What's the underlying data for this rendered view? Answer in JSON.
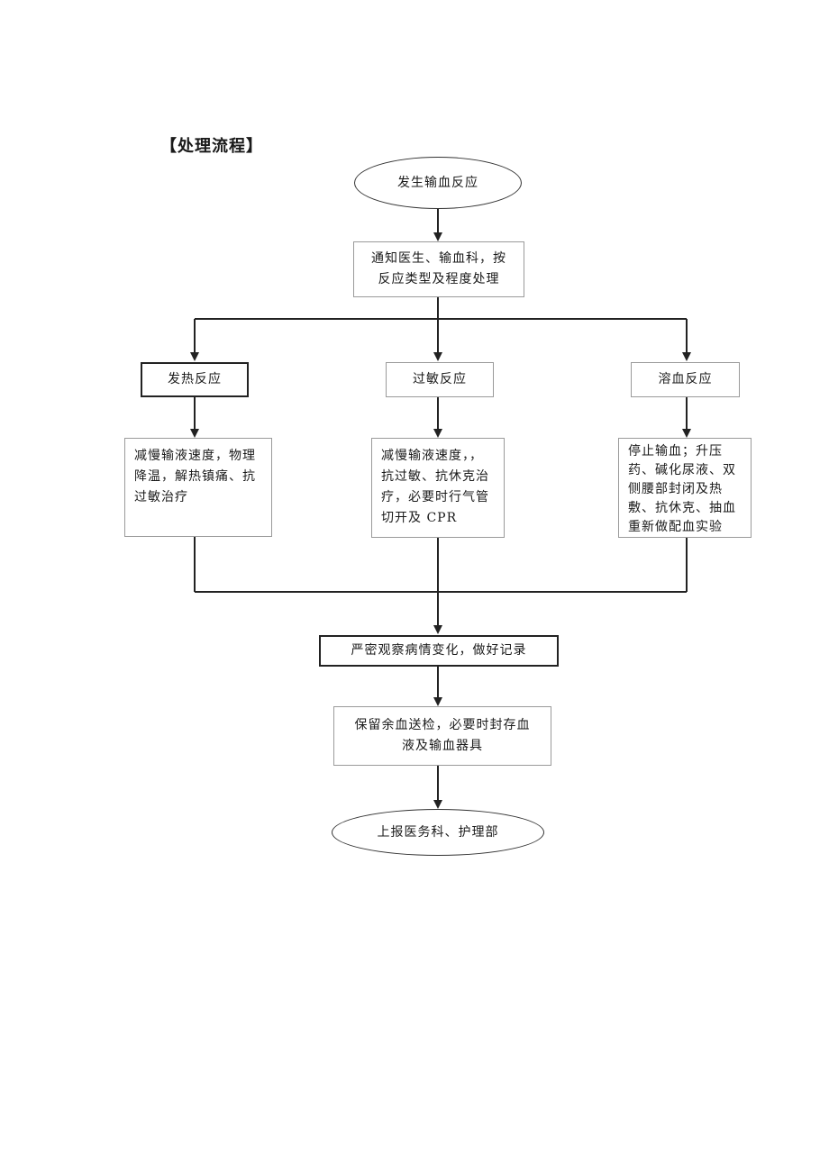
{
  "heading": "【处理流程】",
  "nodes": {
    "start": "发生输血反应",
    "notify": "通知医生、输血科，按\n反应类型及程度处理",
    "fever": "发热反应",
    "allergy": "过敏反应",
    "hemolysis": "溶血反应",
    "fever_treat": "减慢输液速度，物理\n降温，解热镇痛、抗\n过敏治疗",
    "allergy_treat": "减慢输液速度，，\n抗过敏、抗休克治\n疗，必要时行气管\n切开及 CPR",
    "hemolysis_treat": "停止输血；升压\n药、碱化尿液、双\n侧腰部封闭及热\n敷、抗休克、抽血\n重新做配血实验",
    "observe": "严密观察病情变化，做好记录",
    "retain": "保留余血送检，必要时封存血\n液及输血器具",
    "report": "上报医务科、护理部"
  },
  "colors": {
    "line": "#222222",
    "thin_border": "#9a9a9a"
  }
}
